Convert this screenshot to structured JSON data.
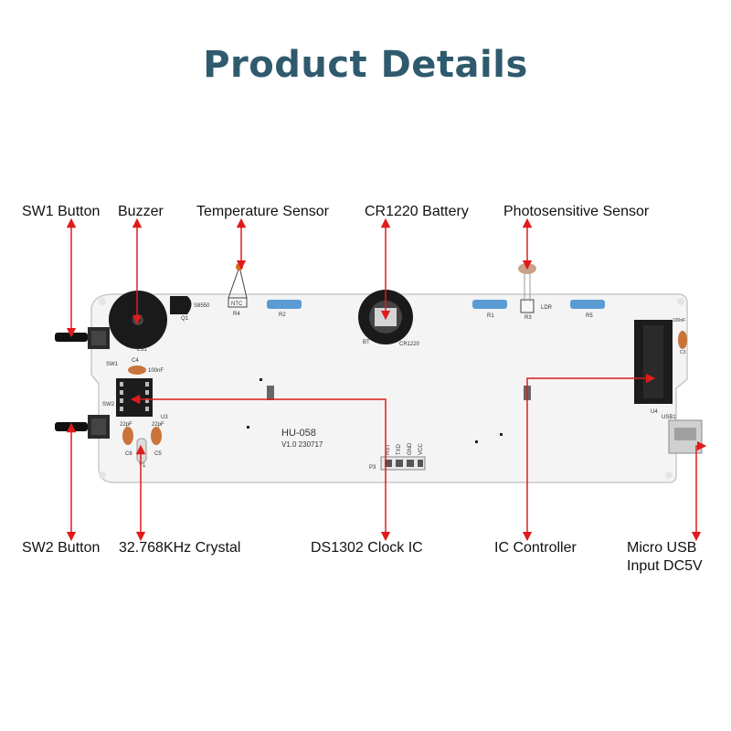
{
  "title": "Product Details",
  "labels": {
    "sw1_button": "SW1 Button",
    "buzzer": "Buzzer",
    "temperature_sensor": "Temperature Sensor",
    "battery": "CR1220 Battery",
    "photosensitive_sensor": "Photosensitive Sensor",
    "sw2_button": "SW2 Button",
    "crystal": "32.768KHz Crystal",
    "clock_ic": "DS1302 Clock IC",
    "ic_controller": "IC Controller",
    "micro_usb_line1": "Micro USB",
    "micro_usb_line2": "Input DC5V"
  },
  "board": {
    "model": "HU-058",
    "version": "V1.0 230717",
    "silkscreen": {
      "q1": "Q1",
      "s8550": "S8550",
      "ntc": "NTC",
      "r4": "R4",
      "r2": "R2",
      "bt": "BT",
      "cr1220": "CR1220",
      "r1": "R1",
      "r3": "R3",
      "ldr": "LDR",
      "r5": "R5",
      "ls1": "LS1",
      "sw1": "SW1",
      "c4": "C4",
      "c4_value": "100nF",
      "sw2": "SW2",
      "u3": "U3",
      "c6_value": "22pF",
      "c5_value": "22pF",
      "c6": "C6",
      "c5": "C5",
      "y1": "Y1",
      "p3": "P3",
      "pin_rst": "RST",
      "pin_txd": "TXD",
      "pin_gnd": "GND",
      "pin_vcc": "VCC",
      "u4": "U4",
      "usb1": "USB1",
      "c3": "C3",
      "c3_value": "100nF"
    }
  },
  "colors": {
    "title": "#2f5a6e",
    "leader": "#e01b1b",
    "board": "#f4f4f4",
    "ic": "#1c1c1c",
    "resistor": "#5a9bd4",
    "capacitor": "#c8743a"
  }
}
